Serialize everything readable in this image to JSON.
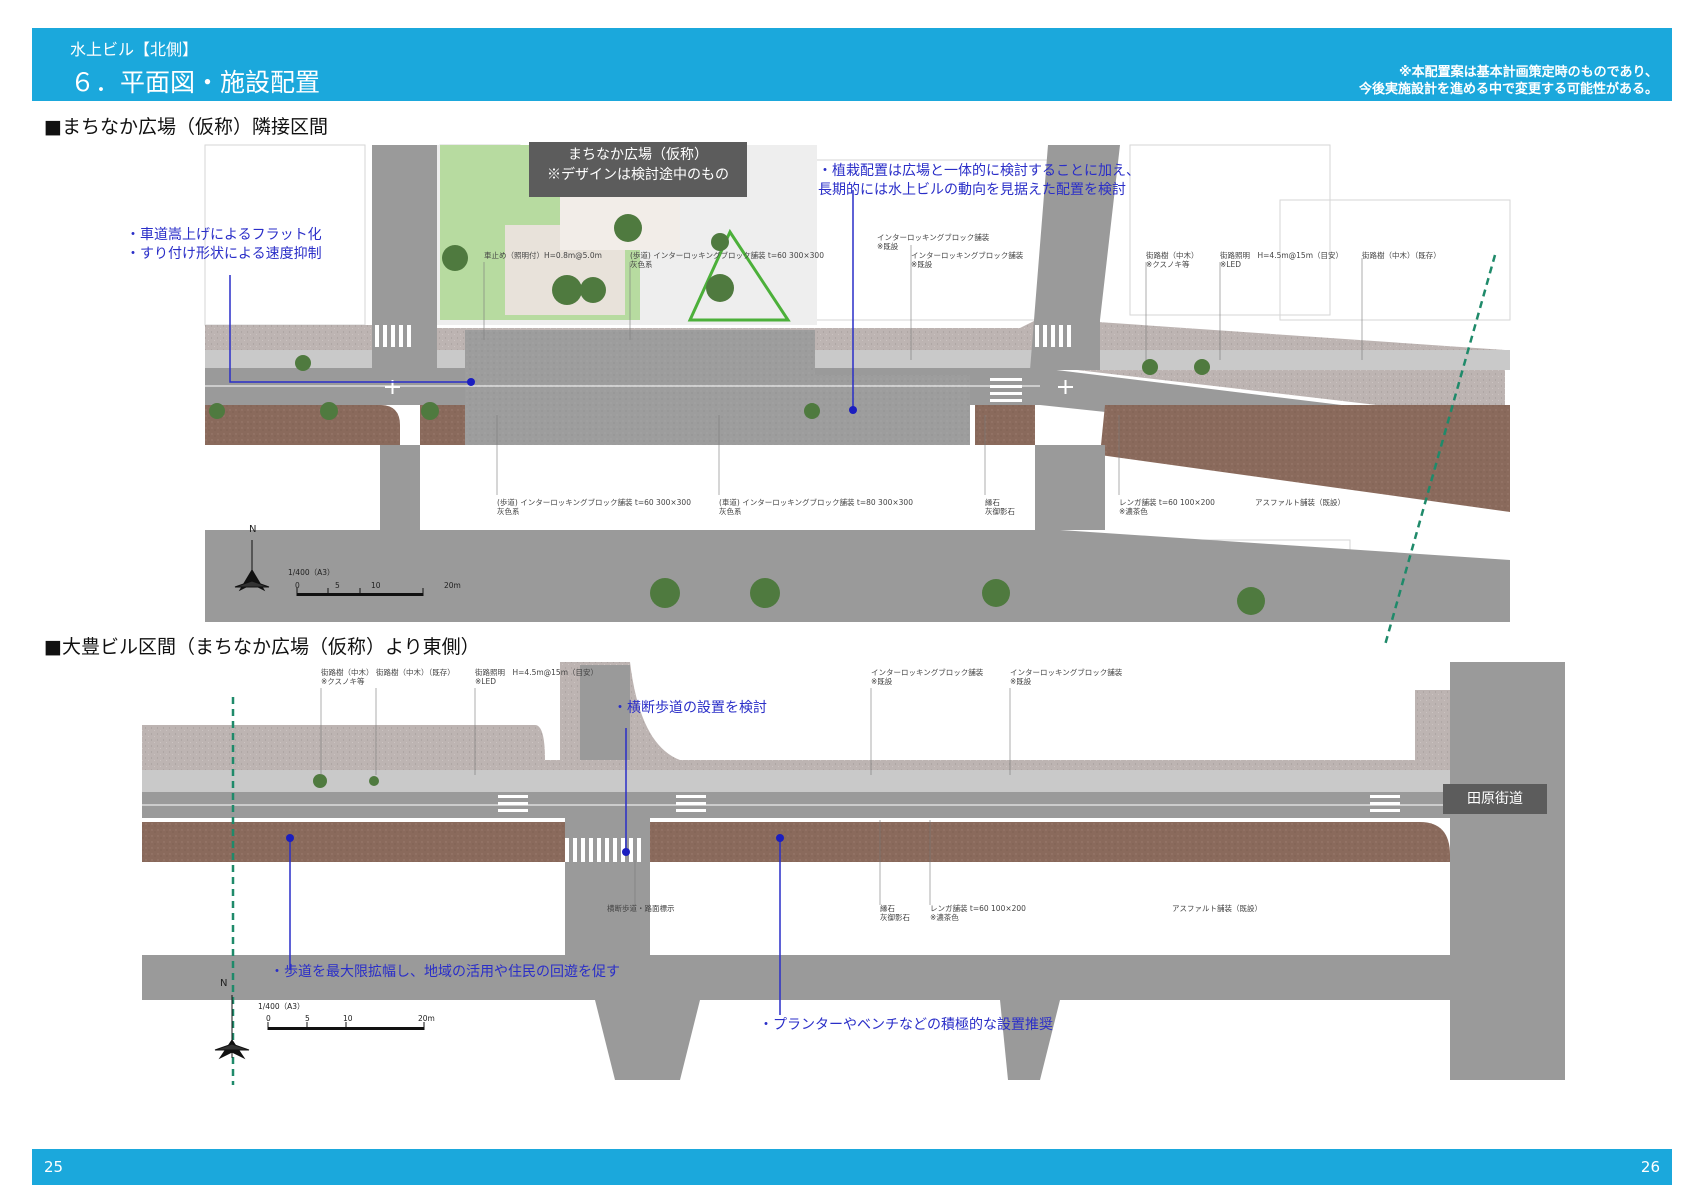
{
  "header": {
    "subtitle": "水上ビル【北側】",
    "title": "６．平面図・施設配置",
    "note_line1": "※本配置案は基本計画策定時のものであり、",
    "note_line2": "今後実施設計を進める中で変更する可能性がある。"
  },
  "section1": {
    "title": "■まちなか広場（仮称）隣接区間",
    "plaza_box_line1": "まちなか広場（仮称）",
    "plaza_box_line2": "※デザインは検討途中のもの",
    "ann_flat_1": "・車道嵩上げによるフラット化",
    "ann_flat_2": "・すり付け形状による速度抑制",
    "ann_planting_1": "・植栽配置は広場と一体的に検討することに加え、",
    "ann_planting_2": "長期的には水上ビルの動向を見据えた配置を検討",
    "labels": {
      "bollard": "車止め（照明付）H=0.8m@5.0m",
      "walk_ilb_a1": "(歩道) インターロッキングブロック舗装 t=60 300×300",
      "walk_ilb_a2": "灰色系",
      "ilb_exist1": "インターロッキングブロック舗装",
      "ilb_exist1_note": "※既設",
      "ilb_exist2": "インターロッキングブロック舗装",
      "ilb_exist2_note": "※既設",
      "tree_mid": "街路樹（中木）",
      "tree_mid_note": "※クスノキ等",
      "lamp": "街路照明　H=4.5m@15m（目安）",
      "lamp_note": "※LED",
      "tree_exist": "街路樹（中木）（既存）",
      "walk_ilb_b1": "(歩道) インターロッキングブロック舗装 t=60 300×300",
      "walk_ilb_b2": "灰色系",
      "road_ilb1": "(車道) インターロッキングブロック舗装 t=80 300×300",
      "road_ilb2": "灰色系",
      "curb1": "縁石",
      "curb2": "灰御影石",
      "brick1": "レンガ舗装 t=60 100×200",
      "brick2": "※濃茶色",
      "asphalt": "アスファルト舗装（既設）"
    },
    "compass": "N",
    "scale_label": "1/400（A3）",
    "scale_ticks": [
      "0",
      "5",
      "10",
      "20m"
    ]
  },
  "section2": {
    "title": "■大豊ビル区間（まちなか広場（仮称）より東側）",
    "ann_crosswalk": "・横断歩道の設置を検討",
    "ann_widen": "・歩道を最大限拡幅し、地域の活用や住民の回遊を促す",
    "ann_planter": "・プランターやベンチなどの積極的な設置推奨",
    "tahara": "田原街道",
    "labels": {
      "tree_mid": "街路樹（中木）",
      "tree_mid_note": "※クスノキ等",
      "tree_exist": "街路樹（中木）（既存）",
      "lamp": "街路照明　H=4.5m@15m（目安）",
      "lamp_note": "※LED",
      "ilb_exist1": "インターロッキングブロック舗装",
      "ilb_exist1_note": "※既設",
      "ilb_exist2": "インターロッキングブロック舗装",
      "ilb_exist2_note": "※既設",
      "crossing_sign": "横断歩道・路面標示",
      "curb1": "縁石",
      "curb2": "灰御影石",
      "brick1": "レンガ舗装 t=60 100×200",
      "brick2": "※濃茶色",
      "asphalt": "アスファルト舗装（既設）"
    },
    "compass": "N",
    "scale_label": "1/400（A3）",
    "scale_ticks": [
      "0",
      "5",
      "10",
      "20m"
    ]
  },
  "footer": {
    "page_left": "25",
    "page_right": "26"
  },
  "colors": {
    "header_blue": "#1ba8dc",
    "road": "#9a9a9a",
    "sidewalk": "#c9c9c9",
    "brick": "#8a6a5c",
    "grass": "#b7dba0",
    "annotation": "#2a2ec8",
    "divider_green": "#1f8a6a"
  }
}
